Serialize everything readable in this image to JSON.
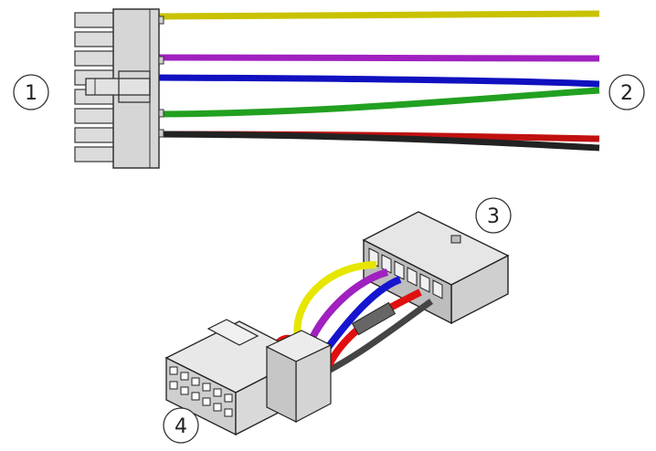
{
  "callouts": [
    {
      "id": "1",
      "label": "1"
    },
    {
      "id": "2",
      "label": "2"
    },
    {
      "id": "3",
      "label": "3"
    },
    {
      "id": "4",
      "label": "4"
    }
  ],
  "wires": [
    {
      "name": "yellow-wire",
      "color": "#c8c200"
    },
    {
      "name": "purple-wire",
      "color": "#a020c0"
    },
    {
      "name": "blue-wire",
      "color": "#1010c0"
    },
    {
      "name": "green-wire",
      "color": "#22a020"
    },
    {
      "name": "red-wire",
      "color": "#c01010"
    },
    {
      "name": "black-wire",
      "color": "#222222"
    }
  ],
  "colors": {
    "connector_fill": "#d8d8d8",
    "connector_stroke": "#333333",
    "sleeve": "#666666",
    "outline": "#222222"
  }
}
